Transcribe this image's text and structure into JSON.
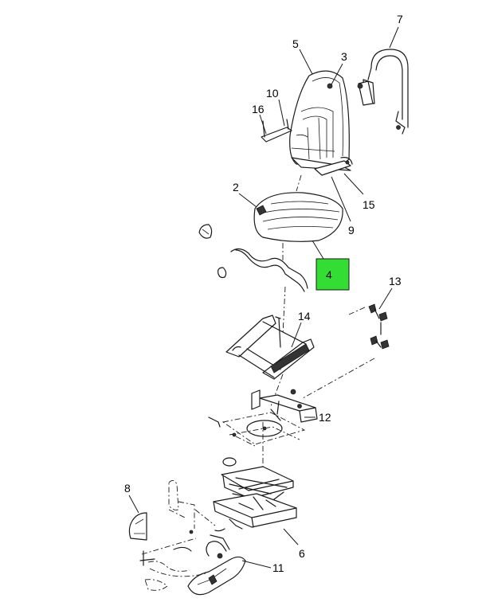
{
  "callouts": [
    {
      "id": "c1",
      "label": "7"
    },
    {
      "id": "c2",
      "label": "5"
    },
    {
      "id": "c3",
      "label": "3"
    },
    {
      "id": "c4",
      "label": "10"
    },
    {
      "id": "c5",
      "label": "16"
    },
    {
      "id": "c6",
      "label": "15"
    },
    {
      "id": "c7",
      "label": "2"
    },
    {
      "id": "c8",
      "label": "9"
    },
    {
      "id": "c9",
      "label": "4"
    },
    {
      "id": "c10",
      "label": "13"
    },
    {
      "id": "c11",
      "label": "14"
    },
    {
      "id": "c12",
      "label": "12"
    },
    {
      "id": "c13",
      "label": "8"
    },
    {
      "id": "c14",
      "label": "6"
    },
    {
      "id": "c15",
      "label": "11"
    }
  ],
  "highlight": {
    "label": "4",
    "color": "#33dd33"
  }
}
